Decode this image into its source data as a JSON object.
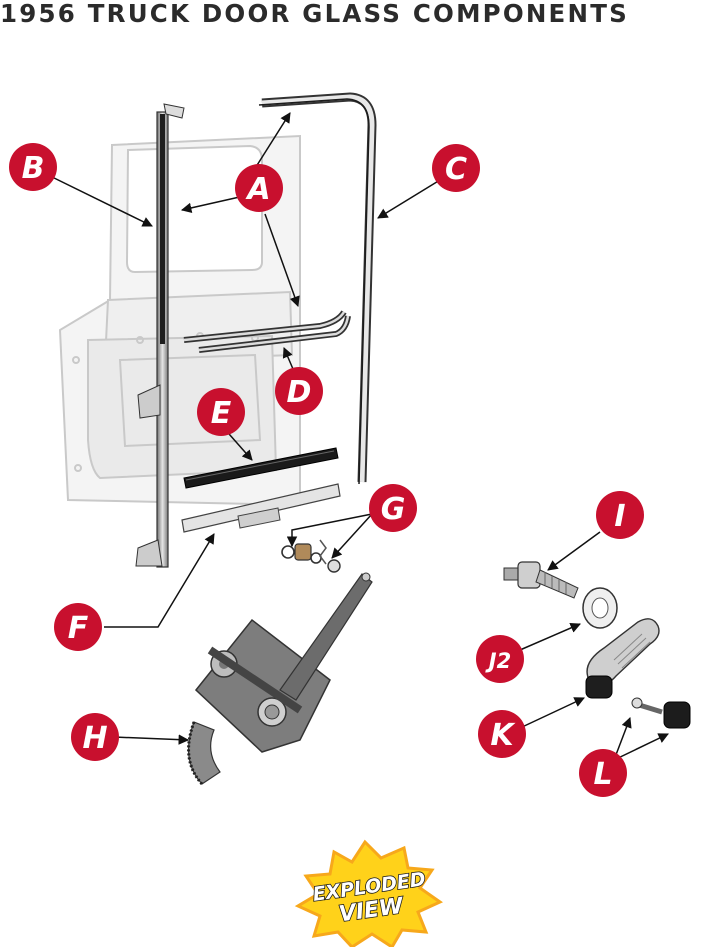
{
  "title": "1956 TRUCK DOOR GLASS COMPONENTS",
  "callouts": {
    "A": "A",
    "B": "B",
    "C": "C",
    "D": "D",
    "E": "E",
    "F": "F",
    "G": "G",
    "H": "H",
    "I": "I",
    "J2": "J2",
    "K": "K",
    "L": "L"
  },
  "badge": {
    "line1": "EXPLODED",
    "line2": "VIEW"
  },
  "colors": {
    "callout_red": "#c8102e",
    "badge_yellow": "#ffd21a",
    "badge_orange": "#f7a81b",
    "part_gray": "#8a8a8a",
    "door_outline": "#c9c9c9"
  }
}
